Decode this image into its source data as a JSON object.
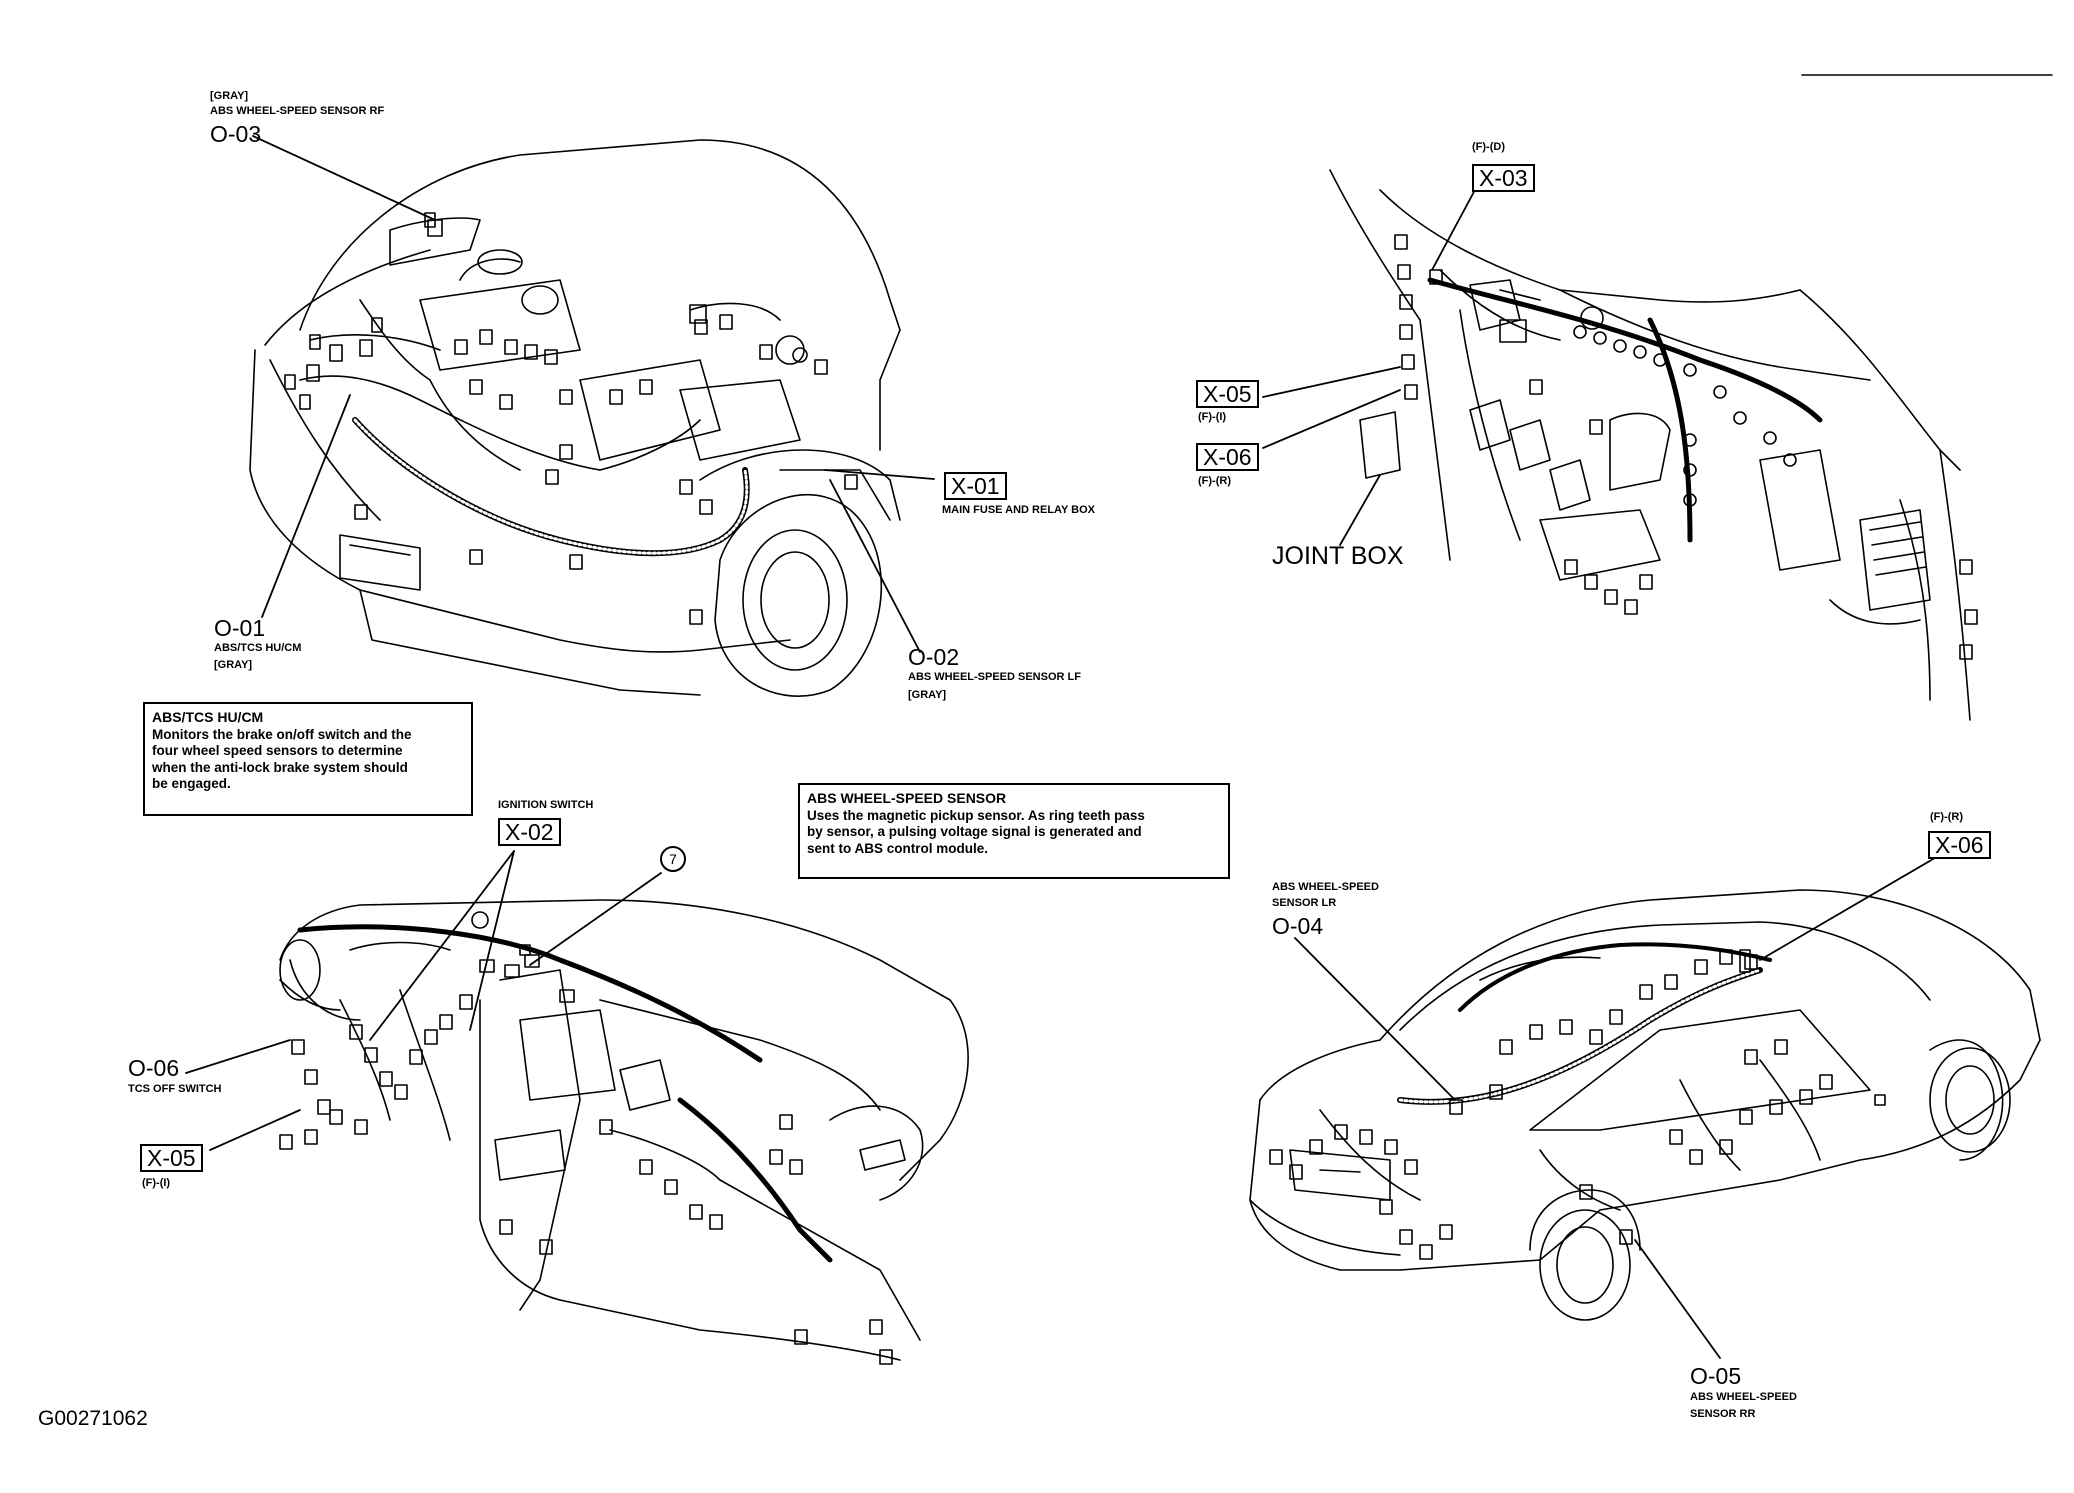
{
  "labels": {
    "o03": {
      "code": "O-03",
      "color": "[GRAY]",
      "name": "ABS WHEEL-SPEED SENSOR RF"
    },
    "x01": {
      "code": "X-01",
      "name": "MAIN FUSE AND RELAY BOX"
    },
    "o01": {
      "code": "O-01",
      "name": "ABS/TCS HU/CM",
      "color": "[GRAY]"
    },
    "o02": {
      "code": "O-02",
      "name": "ABS WHEEL-SPEED SENSOR LF",
      "color": "[GRAY]"
    },
    "x03": {
      "code": "X-03",
      "pos": "(F)-(D)"
    },
    "x05_top": {
      "code": "X-05",
      "pos": "(F)-(I)"
    },
    "x06_top": {
      "code": "X-06",
      "pos": "(F)-(R)"
    },
    "joint_box": "JOINT BOX",
    "x02": {
      "code": "X-02",
      "name": "IGNITION SWITCH"
    },
    "circle7": "7",
    "o06": {
      "code": "O-06",
      "name": "TCS OFF SWITCH"
    },
    "x05_bottom": {
      "code": "X-05",
      "pos": "(F)-(I)"
    },
    "o04": {
      "code": "O-04",
      "name_line1": "ABS WHEEL-SPEED",
      "name_line2": "SENSOR LR"
    },
    "x06_bottom": {
      "code": "X-06",
      "pos": "(F)-(R)"
    },
    "o05": {
      "code": "O-05",
      "name_line1": "ABS WHEEL-SPEED",
      "name_line2": "SENSOR RR"
    }
  },
  "info_boxes": {
    "hucm": {
      "title": "ABS/TCS HU/CM",
      "body": "Monitors the brake on/off switch and the\nfour wheel speed sensors to determine\nwhen the anti-lock brake system should\nbe engaged."
    },
    "sensor": {
      "title": "ABS WHEEL-SPEED SENSOR",
      "body": "Uses the magnetic pickup sensor. As ring teeth pass\nby sensor, a pulsing voltage signal is generated and\nsent to ABS control module."
    }
  },
  "figure_id": "G00271062",
  "colors": {
    "ink": "#000000",
    "paper": "#ffffff"
  }
}
